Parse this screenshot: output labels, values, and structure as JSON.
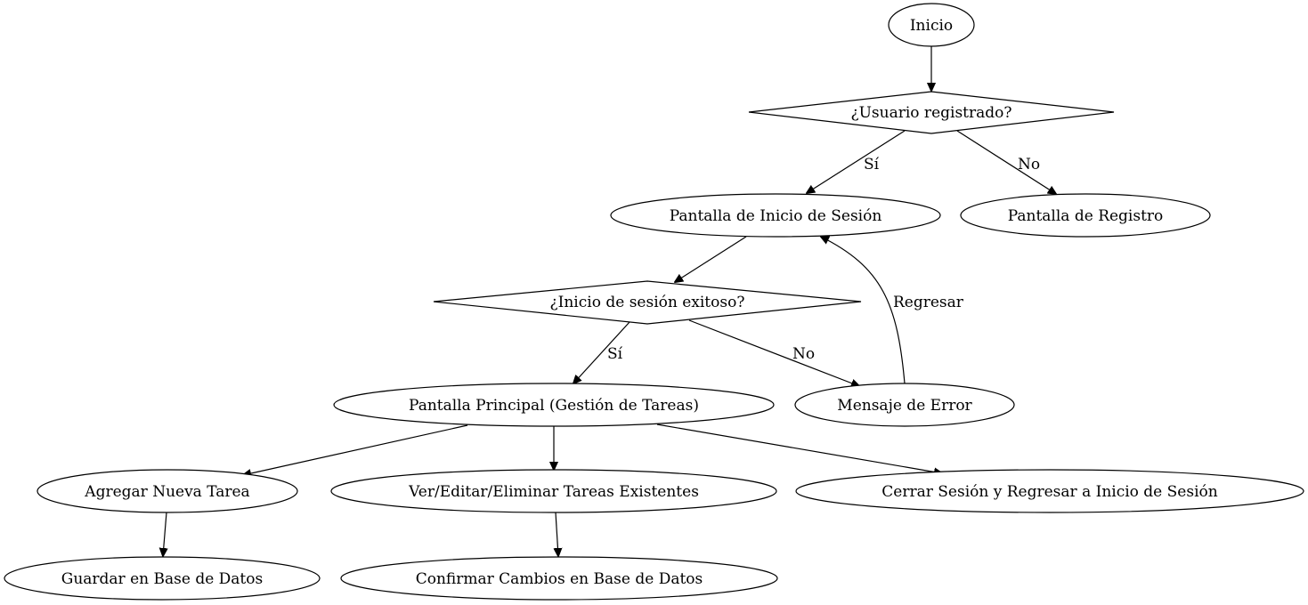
{
  "nodes": {
    "inicio": "Inicio",
    "usuario_registrado": "¿Usuario registrado?",
    "pantalla_inicio_sesion": "Pantalla de Inicio de Sesión",
    "pantalla_registro": "Pantalla de Registro",
    "inicio_sesion_exitoso": "¿Inicio de sesión exitoso?",
    "pantalla_principal": "Pantalla Principal (Gestión de Tareas)",
    "mensaje_error": "Mensaje de Error",
    "agregar_tarea": "Agregar Nueva Tarea",
    "ver_editar_eliminar": "Ver/Editar/Eliminar Tareas Existentes",
    "cerrar_sesion": "Cerrar Sesión y Regresar a Inicio de Sesión",
    "guardar_bd": "Guardar en Base de Datos",
    "confirmar_cambios": "Confirmar Cambios en Base de Datos"
  },
  "edge_labels": {
    "registrado_si": "Sí",
    "registrado_no": "No",
    "exitoso_si": "Sí",
    "exitoso_no": "No",
    "regresar": "Regresar"
  }
}
